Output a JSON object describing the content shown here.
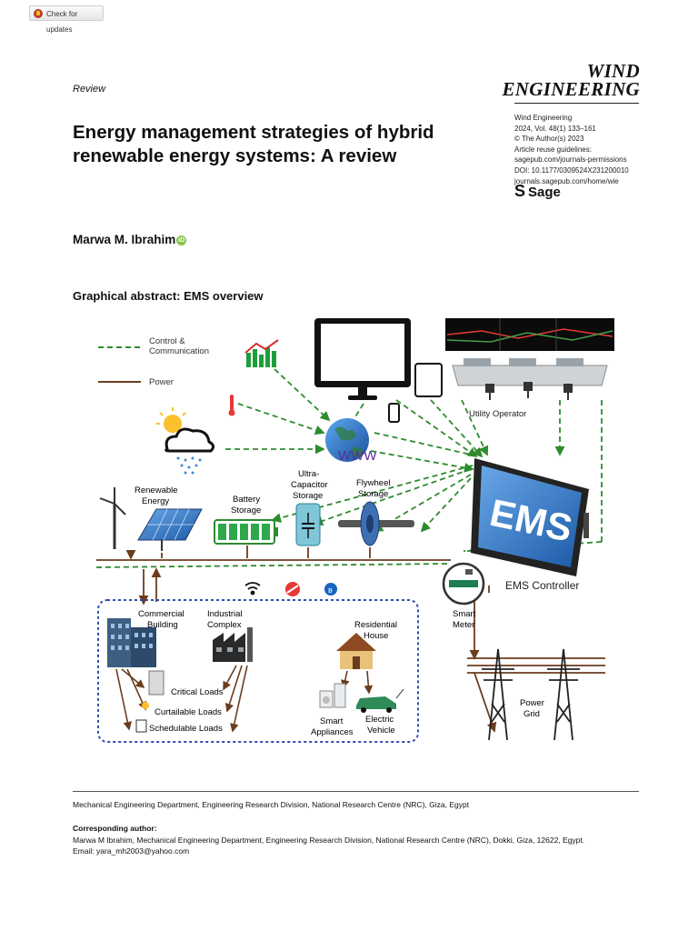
{
  "badge": {
    "label": "Check for updates"
  },
  "journal": {
    "logo_line1": "WIND",
    "logo_line2": "ENGINEERING"
  },
  "section": "Review",
  "meta_lines": [
    "Wind Engineering",
    "2024, Vol. 48(1) 133–161",
    "© The Author(s) 2023",
    "Article reuse guidelines:",
    "sagepub.com/journals-permissions",
    "DOI: 10.1177/0309524X231200010",
    "journals.sagepub.com/home/wie"
  ],
  "publisher": "Sage",
  "title": "Energy management strategies of hybrid renewable energy systems: A review",
  "author": "Marwa M. Ibrahim",
  "graphical_abstract_heading": "Graphical abstract: EMS overview",
  "figure": {
    "legend_control": [
      "Control &",
      "Communication"
    ],
    "legend_power": "Power",
    "www": "WWW",
    "utility_operator": "Utility Operator",
    "renewable": [
      "Renewable",
      "Energy"
    ],
    "battery": [
      "Battery",
      "Storage"
    ],
    "ultracap": [
      "Ultra-",
      "Capacitor",
      "Storage"
    ],
    "flywheel": [
      "Flywheel",
      "Storage"
    ],
    "ems": "EMS",
    "ems_controller": "EMS Controller",
    "smart_meter": [
      "Smart",
      "Meter"
    ],
    "commercial": [
      "Commercial",
      "Building"
    ],
    "industrial": [
      "Industrial",
      "Complex"
    ],
    "residential": [
      "Residential",
      "House"
    ],
    "critical": "Critical Loads",
    "curtailable": "Curtailable Loads",
    "schedulable": "Schedulable Loads",
    "smart_appliances": [
      "Smart",
      "Appliances"
    ],
    "ev": [
      "Electric",
      "Vehicle"
    ],
    "power_grid": [
      "Power",
      "Grid"
    ]
  },
  "affiliation": "Mechanical Engineering Department, Engineering Research Division, National Research Centre (NRC), Giza, Egypt",
  "corresponding": {
    "heading": "Corresponding author:",
    "line1": "Marwa M Ibrahim, Mechanical Engineering Department, Engineering Research Division, National Research Centre (NRC), Dokki, Giza, 12622, Egypt.",
    "line2": "Email: yara_mh2003@yahoo.com"
  },
  "colors": {
    "ems_blue": "#1e88e5",
    "control_green": "#2e8b2e",
    "power_brown": "#6b3d1e"
  }
}
